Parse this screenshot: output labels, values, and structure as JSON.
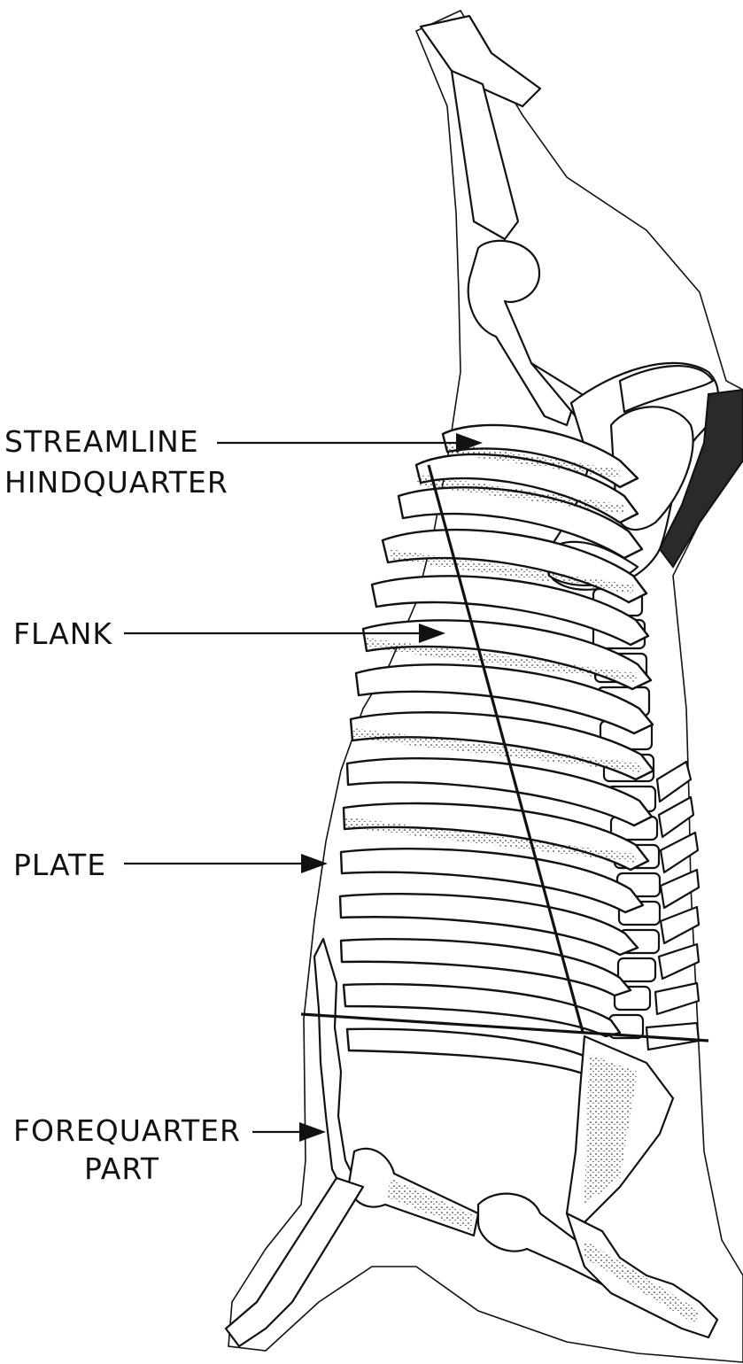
{
  "labels": {
    "streamline_line1": "STREAMLINE",
    "streamline_line2": "HINDQUARTER",
    "flank": "FLANK",
    "plate": "PLATE",
    "forequarter_line1": "FOREQUARTER",
    "forequarter_line2": "PART"
  },
  "colors": {
    "ink": "#111111",
    "background": "#ffffff"
  }
}
